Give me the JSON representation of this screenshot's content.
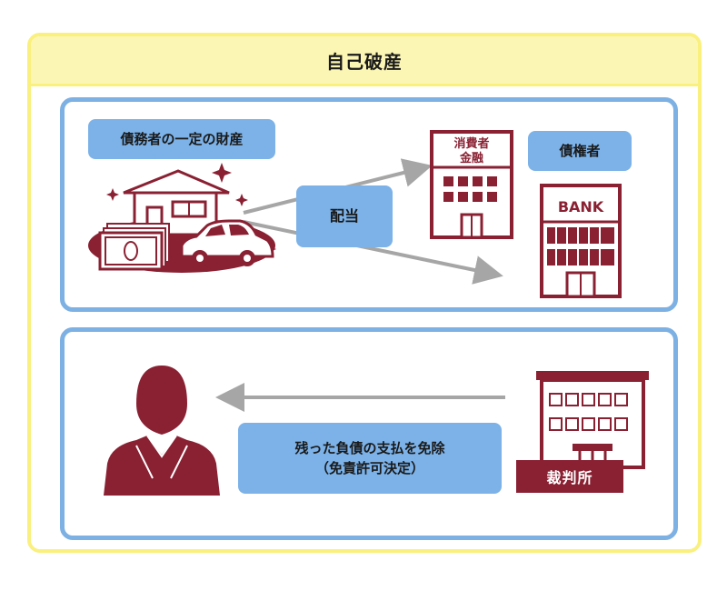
{
  "title": "自己破産",
  "top_panel": {
    "assets_label": "債務者の一定の財産",
    "dividend_label": "配当",
    "creditor_label": "債権者",
    "consumer_finance_sign_line1": "消費者",
    "consumer_finance_sign_line2": "金融",
    "bank_sign": "BANK"
  },
  "bottom_panel": {
    "discharge_line1": "残った負債の支払を免除",
    "discharge_line2": "（免責許可決定）",
    "court_label": "裁判所"
  },
  "colors": {
    "accent_maroon": "#8a2133",
    "label_blue": "#7cb2e8",
    "panel_border_blue": "#7db0e3",
    "frame_yellow": "#faf07e",
    "arrow_gray": "#a6a6a6"
  }
}
